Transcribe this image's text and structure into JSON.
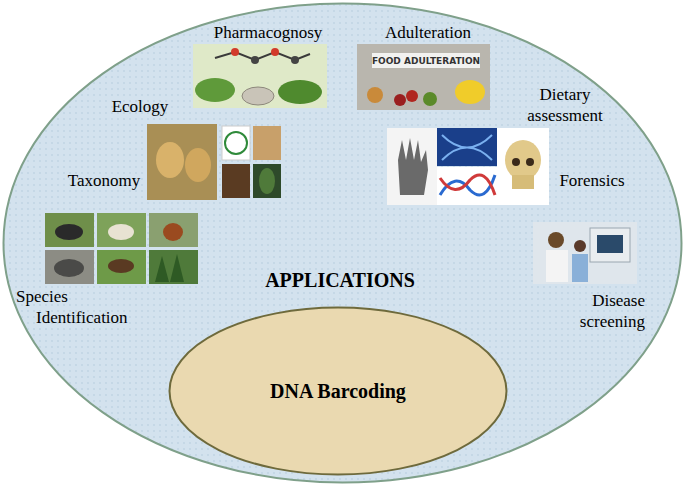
{
  "diagram": {
    "nodes": [
      {
        "text": [
          "APPLICATIONS"
        ]
      },
      {
        "text": [
          "DNA Barcoding"
        ],
        "in": 0
      }
    ],
    "labels": [
      "Pharmacognosy",
      "Adulteration",
      "FOOD ADULTERATION",
      "Dietary assessment",
      "Ecology",
      "Taxonomy",
      "Forensics",
      "Species Identification",
      "Disease screening"
    ]
  }
}
